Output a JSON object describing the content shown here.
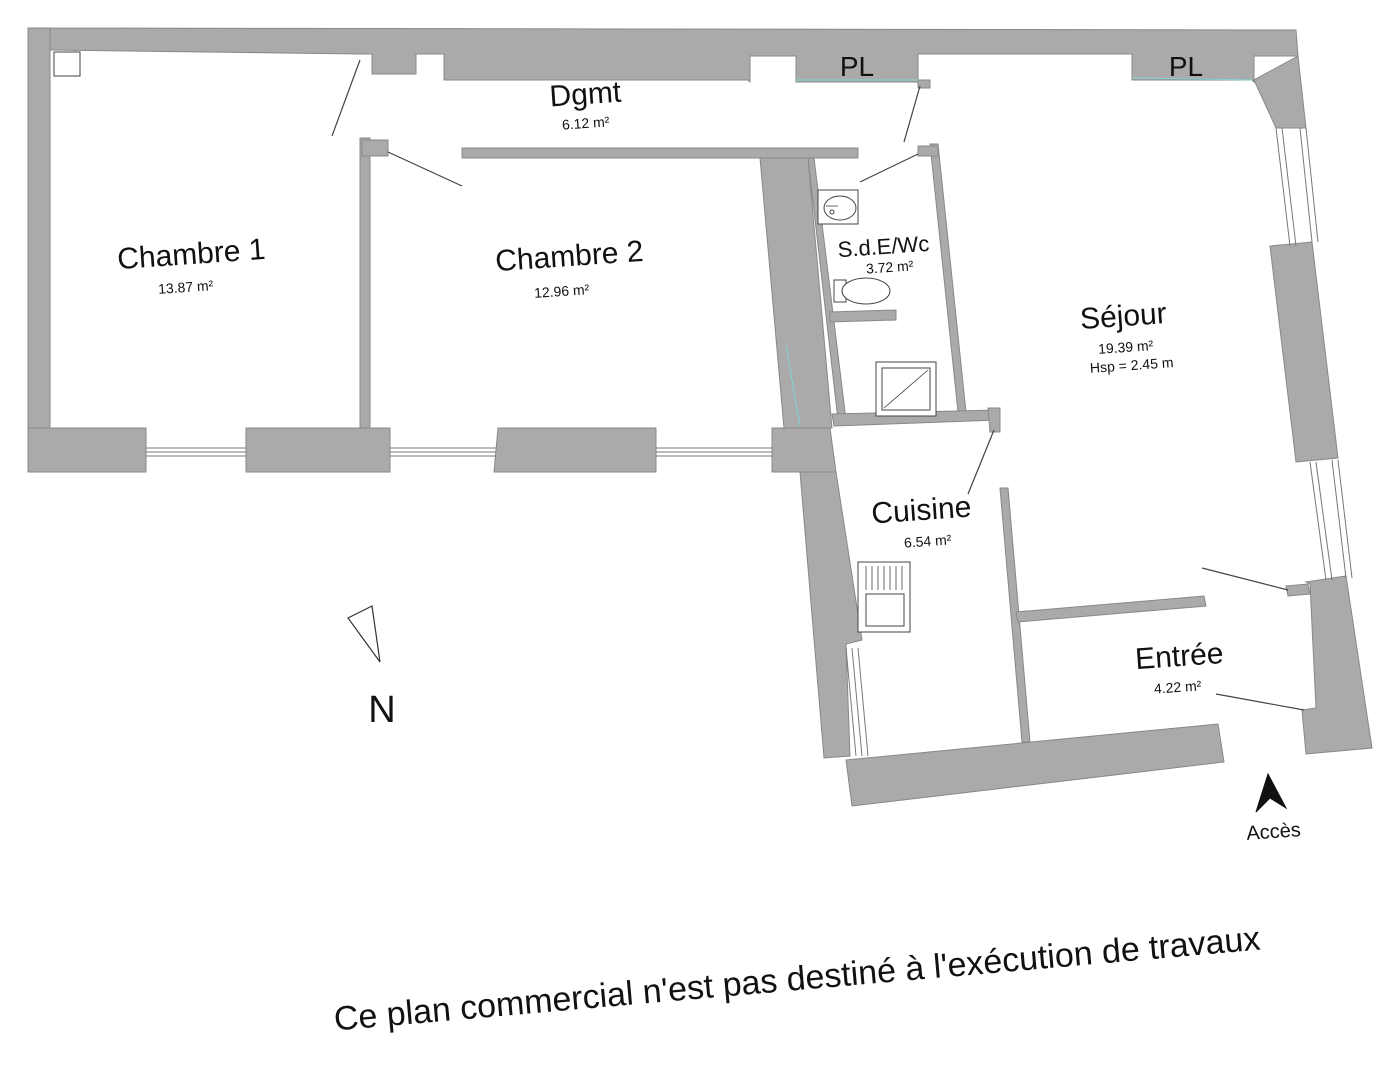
{
  "rooms": {
    "chambre1": {
      "name": "Chambre 1",
      "area": "13.87 m²"
    },
    "chambre2": {
      "name": "Chambre 2",
      "area": "12.96 m²"
    },
    "dgmt": {
      "name": "Dgmt",
      "area": "6.12 m²"
    },
    "sde_wc": {
      "name": "S.d.E/Wc",
      "area": "3.72 m²"
    },
    "sejour": {
      "name": "Séjour",
      "area": "19.39 m²",
      "height": "Hsp = 2.45 m"
    },
    "cuisine": {
      "name": "Cuisine",
      "area": "6.54 m²"
    },
    "entree": {
      "name": "Entrée",
      "area": "4.22 m²"
    }
  },
  "placards": {
    "left": "PL",
    "right": "PL"
  },
  "compass": {
    "label": "N"
  },
  "access": {
    "label": "Accès"
  },
  "disclaimer": "Ce plan commercial n'est pas destiné à l'exécution de travaux",
  "colors": {
    "wall": "#aaaaaa",
    "glass": "#7fd6d6",
    "text": "#111111"
  }
}
